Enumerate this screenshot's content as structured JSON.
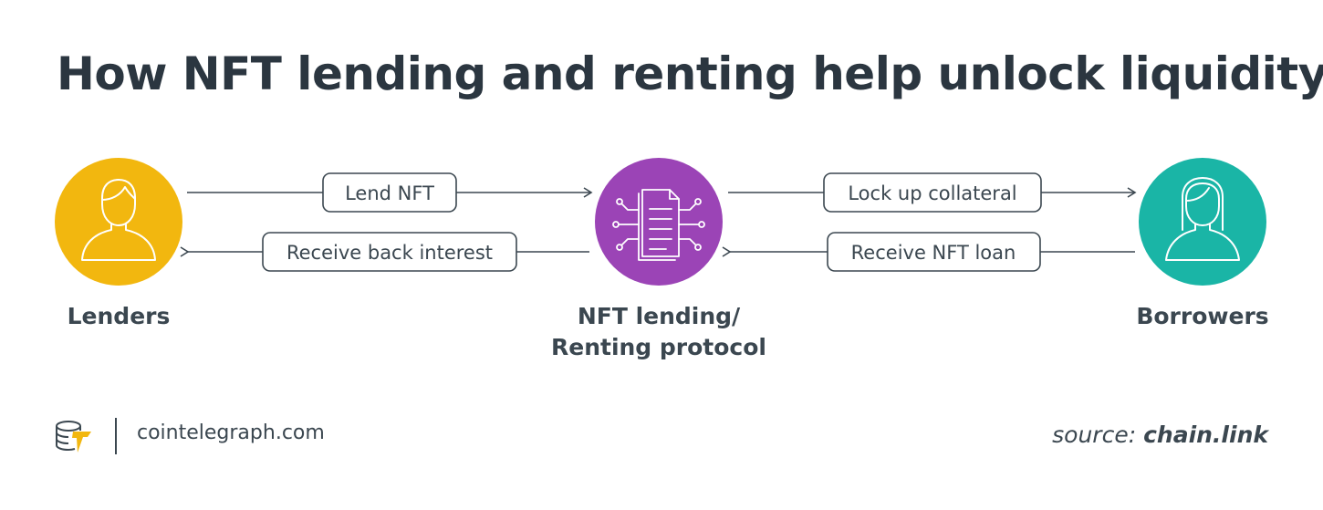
{
  "title": "How NFT lending and renting help unlock liquidity",
  "nodes": {
    "lenders": {
      "label": "Lenders",
      "color": "#f2b70f"
    },
    "protocol": {
      "label_line1": "NFT lending/",
      "label_line2": "Renting protocol",
      "color": "#9b44b6"
    },
    "borrowers": {
      "label": "Borrowers",
      "color": "#1ab5a6"
    }
  },
  "edges": {
    "lend_nft": "Lend NFT",
    "receive_back_interest": "Receive back interest",
    "lock_up_collateral": "Lock up collateral",
    "receive_nft_loan": "Receive NFT loan"
  },
  "footer": {
    "site": "cointelegraph.com",
    "source_prefix": "source: ",
    "source_name": "chain.link"
  }
}
